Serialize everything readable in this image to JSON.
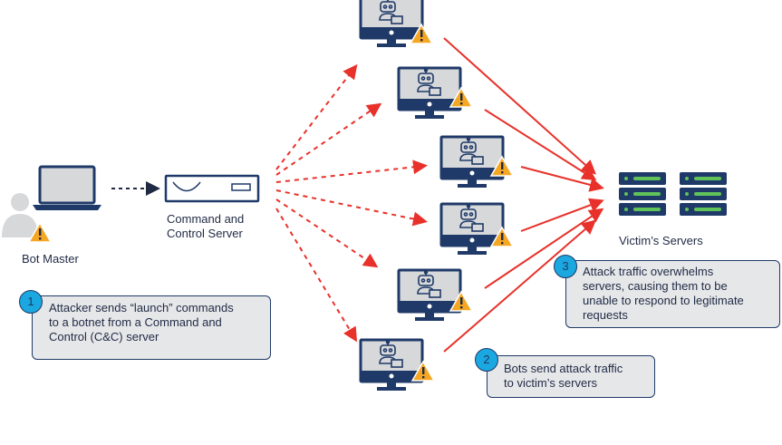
{
  "nodes": {
    "bot_master": "Bot Master",
    "cnc_server": [
      "Command and",
      "Control Server"
    ],
    "victims": "Victim’s Servers"
  },
  "steps": [
    {
      "num": "1",
      "lines": [
        "Attacker sends “launch” commands",
        "to a botnet from a Command and",
        "Control (C&C) server"
      ]
    },
    {
      "num": "2",
      "lines": [
        "Bots send attack traffic",
        "to victim’s servers"
      ]
    },
    {
      "num": "3",
      "lines": [
        "Attack traffic overwhelms",
        "servers, causing them to be",
        "unable to respond to legitimate",
        "requests"
      ]
    }
  ],
  "icons": {
    "bot": "robot-monitor-icon",
    "warning": "warning-triangle-icon",
    "server": "server-rack-icon",
    "laptop": "laptop-icon",
    "person": "person-icon",
    "cnc": "network-appliance-icon"
  },
  "colors": {
    "navy": "#1f3a68",
    "arrow_red": "#e8312a",
    "warning": "#f5a623",
    "step_blue": "#1ba7e0",
    "server_green": "#5fc35a"
  }
}
